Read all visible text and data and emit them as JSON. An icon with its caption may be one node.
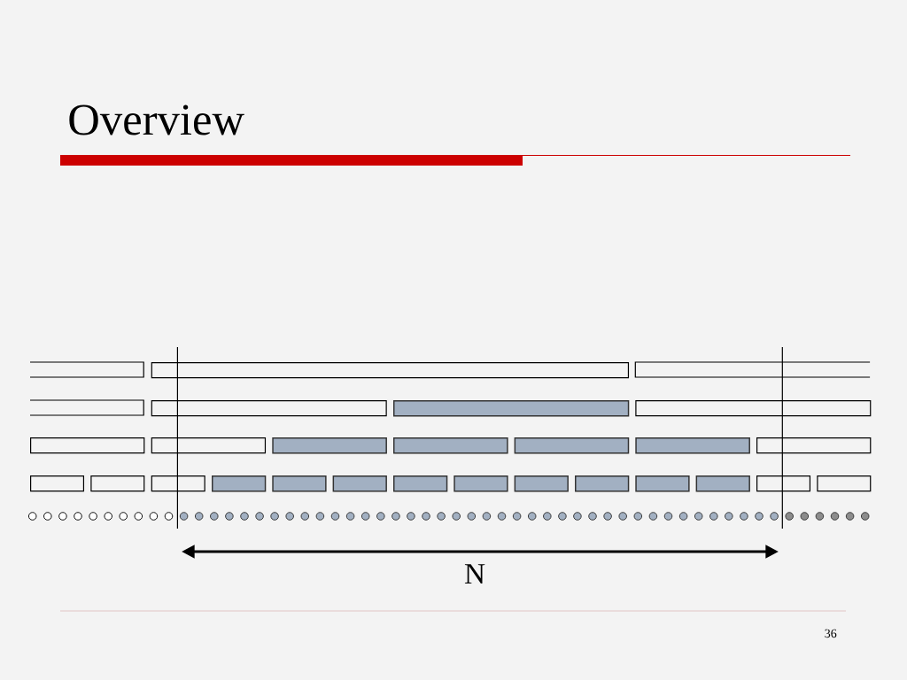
{
  "diagram": {
    "title": "Overview",
    "nodes": [
      {
        "text": [],
        "shape": "bar"
      },
      {
        "text": [],
        "shape": "bar"
      },
      {
        "text": [],
        "shape": "bar"
      },
      {
        "text": [],
        "shape": "bar"
      },
      {
        "text": [],
        "shape": "bar"
      },
      {
        "text": [],
        "shape": "bar"
      },
      {
        "text": [],
        "shape": "bar"
      },
      {
        "text": [],
        "shape": "bar"
      },
      {
        "text": [],
        "shape": "bar"
      },
      {
        "text": [],
        "shape": "bar"
      },
      {
        "text": [],
        "shape": "bar"
      },
      {
        "text": [],
        "shape": "bar"
      },
      {
        "text": [],
        "shape": "bar"
      },
      {
        "text": [],
        "shape": "bar"
      },
      {
        "text": [],
        "shape": "bar"
      },
      {
        "text": [],
        "shape": "bar"
      },
      {
        "text": [],
        "shape": "bar"
      },
      {
        "text": [],
        "shape": "bar"
      },
      {
        "text": [],
        "shape": "bar"
      },
      {
        "text": [],
        "shape": "bar"
      },
      {
        "text": [],
        "shape": "bar"
      },
      {
        "text": [],
        "shape": "bar"
      },
      {
        "text": [],
        "shape": "bar"
      },
      {
        "text": [],
        "shape": "bar"
      },
      {
        "text": [],
        "shape": "bar"
      },
      {
        "text": [],
        "shape": "bar"
      },
      {
        "text": [],
        "shape": "bar"
      },
      {
        "text": [],
        "shape": "bar"
      }
    ],
    "labels": [
      "N",
      "36"
    ]
  }
}
